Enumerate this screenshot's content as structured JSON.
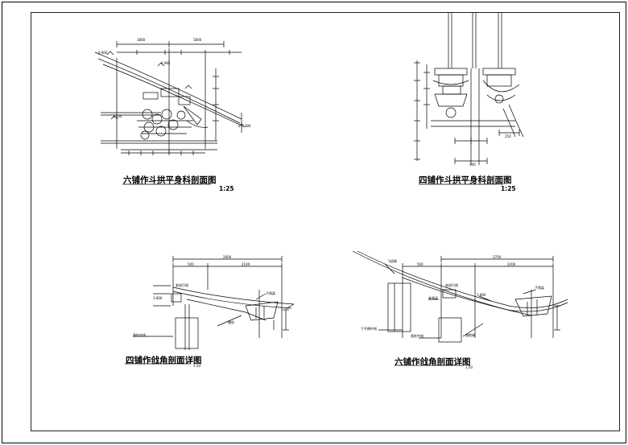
{
  "drawings": [
    {
      "id": "six-puzuo-bracket-section",
      "title": "六铺作斗拱平身科剖面图",
      "scale": "1:25"
    },
    {
      "id": "four-puzuo-bracket-section",
      "title": "四铺作斗拱平身科剖面图",
      "scale": "1:25"
    },
    {
      "id": "four-puzuo-corner-section",
      "title": "四铺作戗角剖面详图",
      "scale": "1:50"
    },
    {
      "id": "six-puzuo-corner-section",
      "title": "六铺作戗角剖面详图",
      "scale": "1:50"
    }
  ],
  "annotations": {
    "d1": {
      "dim_top_1": "1800",
      "dim_top_2": "1800",
      "level_1": "0.900",
      "level_2": "3.330",
      "level_3": "2.985",
      "level_4": "3.380"
    },
    "d2": {
      "dim_bottom": "200",
      "dim_side": "250"
    },
    "d3": {
      "dim_total": "2600",
      "dim_a": "500",
      "dim_b": "2100",
      "label_a": "老戗引线",
      "label_b": "嫩戗",
      "label_c": "角柱中线",
      "label_d": "子角梁",
      "level_a": "3.800"
    },
    "d4": {
      "label_top": "飞戗椽",
      "dim_total": "2700",
      "dim_a": "500",
      "dim_b": "2200",
      "label_a": "老戗引线",
      "label_b": "老角梁",
      "label_c": "下平槫中线",
      "label_d": "角柱中线",
      "label_e": "翘檐椽",
      "label_f": "子角梁",
      "level_a": "3.800"
    }
  },
  "colors": {
    "line": "#000000",
    "frame": "#333333",
    "paper": "#ffffff"
  }
}
